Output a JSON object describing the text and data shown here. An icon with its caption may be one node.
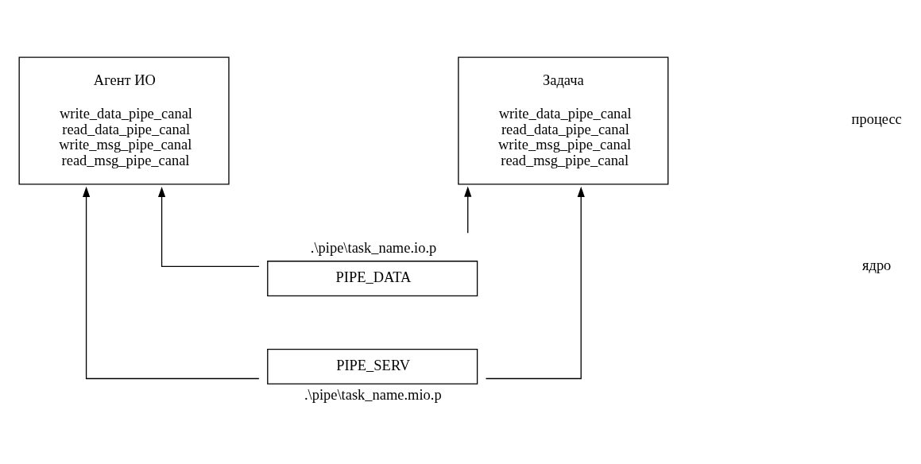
{
  "diagram": {
    "nodes": [
      {
        "text": [
          "Агент ИО",
          "write_data_pipe_canal",
          "read_data_pipe_canal",
          "write_msg_pipe_canal",
          "read_msg_pipe_canal"
        ]
      },
      {
        "text": [
          "Задача",
          "write_data_pipe_canal",
          "read_data_pipe_canal",
          "write_msg_pipe_canal",
          "read_msg_pipe_canal"
        ]
      },
      {
        "text": [
          "PIPE_DATA"
        ],
        "beside": [
          ".\\pipe\\task_name.io.p"
        ]
      },
      {
        "text": [
          "PIPE_SERV"
        ],
        "beside": [
          ".\\pipe\\task_name.mio.p"
        ]
      }
    ],
    "edges": [
      {
        "from": 2,
        "to": 0,
        "arrow": "to"
      },
      {
        "from": 2,
        "to": 1,
        "arrow": "to"
      },
      {
        "from": 3,
        "to": 0,
        "arrow": "to"
      },
      {
        "from": 3,
        "to": 1,
        "arrow": "to"
      }
    ],
    "labels": [
      "процесс",
      "ядро"
    ]
  }
}
